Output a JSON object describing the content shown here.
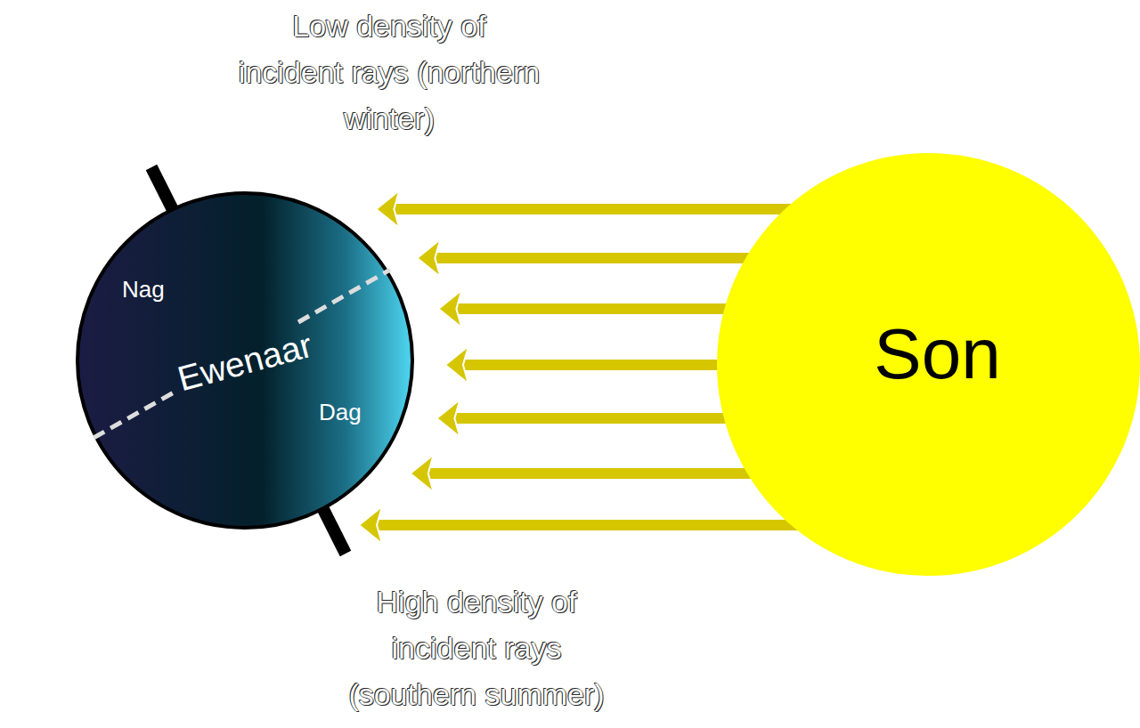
{
  "diagram": {
    "nodes": [
      {
        "text": [
          "Nag",
          "Ewenaar",
          "Dag"
        ]
      },
      {
        "text": [
          "Son"
        ]
      }
    ],
    "edges": [
      {
        "from": 1,
        "to": 0,
        "arrow": "to"
      },
      {
        "from": 1,
        "to": 0,
        "arrow": "to"
      },
      {
        "from": 1,
        "to": 0,
        "arrow": "to"
      },
      {
        "from": 1,
        "to": 0,
        "arrow": "to"
      },
      {
        "from": 1,
        "to": 0,
        "arrow": "to"
      },
      {
        "from": 1,
        "to": 0,
        "arrow": "to"
      },
      {
        "from": 1,
        "to": 0,
        "arrow": "to"
      }
    ],
    "labels": [
      "Low density of incident rays (northern winter)",
      "High density of incident rays (southern summer)"
    ]
  }
}
